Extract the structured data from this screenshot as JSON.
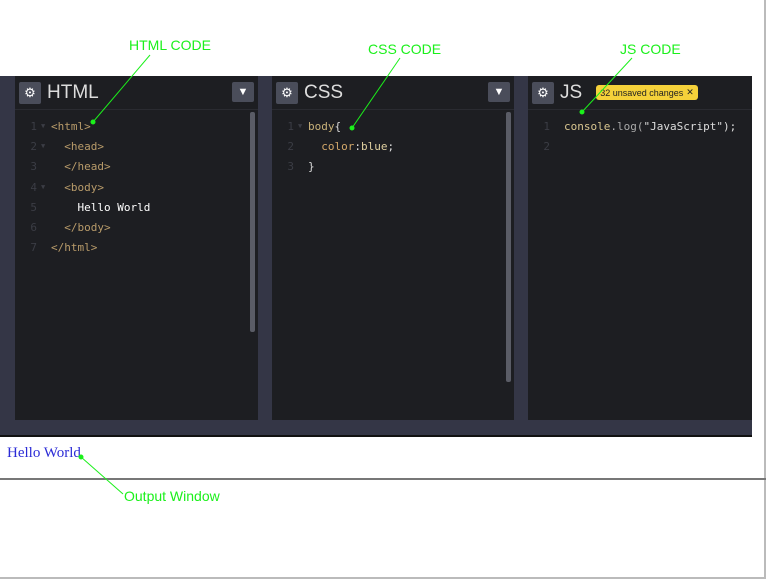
{
  "panels": {
    "html": {
      "title": "HTML",
      "lines": [
        [
          "1",
          "<html>"
        ],
        [
          "2",
          "  <head>"
        ],
        [
          "3",
          "  </head>"
        ],
        [
          "4",
          "  <body>"
        ],
        [
          "5",
          "    Hello World"
        ],
        [
          "6",
          "  </body>"
        ],
        [
          "7",
          "</html>"
        ]
      ]
    },
    "css": {
      "title": "CSS",
      "lines": [
        [
          "1",
          "body",
          "{"
        ],
        [
          "2",
          "color",
          ":",
          "blue",
          ";"
        ],
        [
          "3",
          "}"
        ]
      ]
    },
    "js": {
      "title": "JS",
      "badge": "32 unsaved changes",
      "badge_close": "✕",
      "lines": [
        [
          "1",
          "console",
          ".log(",
          "\"JavaScript\"",
          ");"
        ],
        [
          "2"
        ]
      ]
    }
  },
  "output": {
    "text": "Hello World"
  },
  "annotations": {
    "html": "HTML CODE",
    "css": "CSS CODE",
    "js": "JS CODE",
    "output": "Output Window"
  },
  "icons": {
    "gear": "⚙",
    "chevron": "⌄"
  }
}
